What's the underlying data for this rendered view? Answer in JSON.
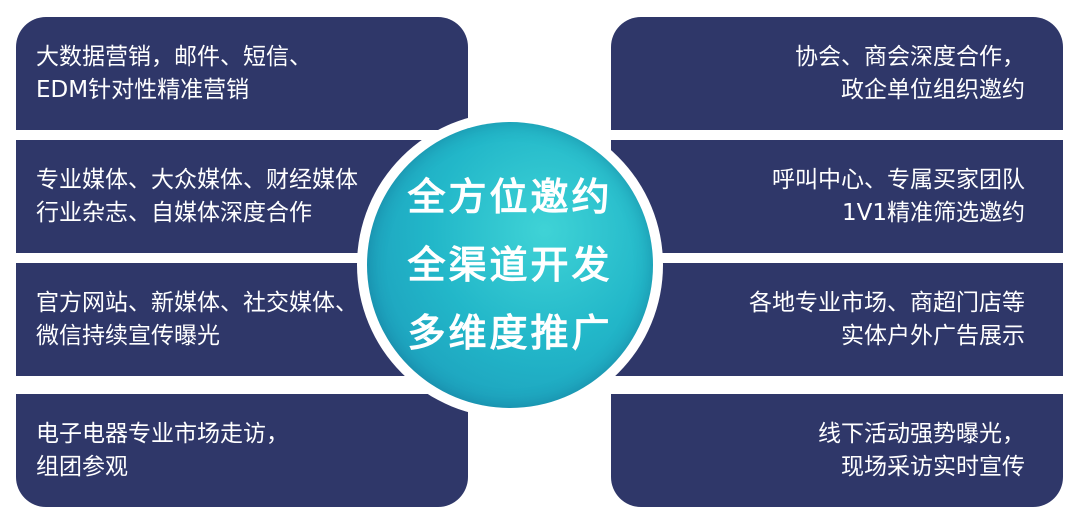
{
  "left_items": [
    {
      "lines": [
        "大数据营销，邮件、短信、",
        "EDM针对性精准营销"
      ]
    },
    {
      "lines": [
        "专业媒体、大众媒体、财经媒体",
        "行业杂志、自媒体深度合作"
      ]
    },
    {
      "lines": [
        "官方网站、新媒体、社交媒体、",
        "微信持续宣传曝光"
      ]
    },
    {
      "lines": [
        "电子电器专业市场走访，",
        "组团参观"
      ]
    }
  ],
  "right_items": [
    {
      "lines": [
        "协会、商会深度合作，",
        "政企单位组织邀约"
      ]
    },
    {
      "lines": [
        "呼叫中心、专属买家团队",
        "1V1精准筛选邀约"
      ]
    },
    {
      "lines": [
        "各地专业市场、商超门店等",
        "实体户外广告展示"
      ]
    },
    {
      "lines": [
        "线下活动强势曝光，",
        "现场采访实时宣传"
      ]
    }
  ],
  "center": {
    "lines": [
      "全方位邀约",
      "全渠道开发",
      "多维度推广"
    ]
  },
  "colors": {
    "panel": "#2f3769",
    "circle": "#22b7c9",
    "text": "#ffffff"
  }
}
